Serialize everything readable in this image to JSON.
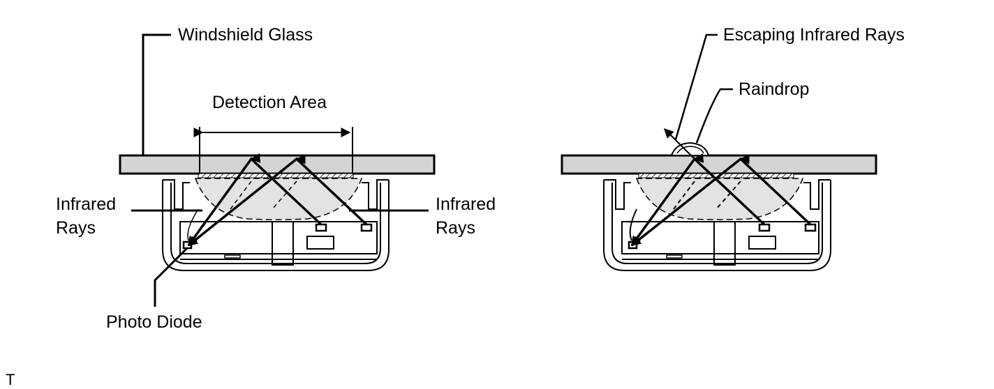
{
  "left_panel": {
    "windshield_label": "Windshield Glass",
    "detection_area_label": "Detection Area",
    "infrared_left_line1": "Infrared",
    "infrared_left_line2": "Rays",
    "infrared_right_line1": "Infrared",
    "infrared_right_line2": "Rays",
    "photo_diode_label": "Photo Diode"
  },
  "right_panel": {
    "escaping_label": "Escaping Infrared Rays",
    "raindrop_label": "Raindrop"
  },
  "corner_mark": "T",
  "colors": {
    "glass": "#d4d4d4",
    "lens": "#e3e3e3",
    "line": "#000000",
    "background": "#ffffff"
  }
}
